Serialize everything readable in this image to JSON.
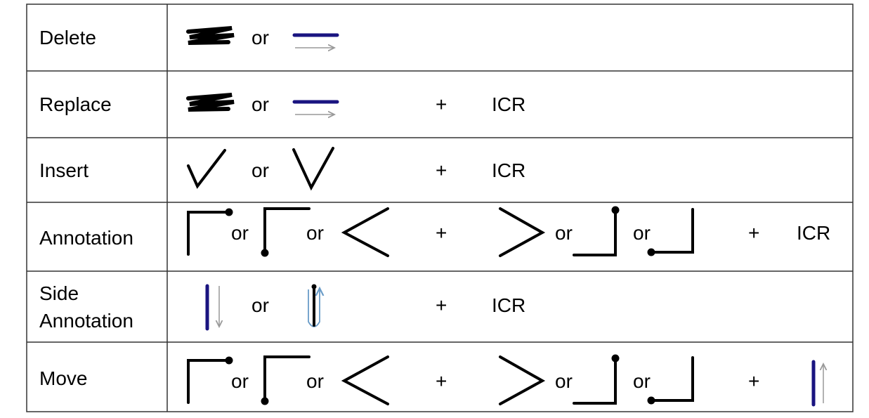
{
  "rows": [
    {
      "label": "Delete",
      "or": "or"
    },
    {
      "label": "Replace",
      "or": "or",
      "plus": "+",
      "icr": "ICR"
    },
    {
      "label": "Insert",
      "or": "or",
      "plus": "+",
      "icr": "ICR"
    },
    {
      "label": "Annotation",
      "or": "or",
      "plus": "+",
      "icr": "ICR"
    },
    {
      "label_line1": "Side",
      "label_line2": "Annotation",
      "or": "or",
      "plus": "+",
      "icr": "ICR"
    },
    {
      "label": "Move",
      "or": "or",
      "plus": "+"
    }
  ],
  "colors": {
    "stroke_blue": "#1a1480",
    "arrow_gray": "#999999",
    "loop_blue": "#6a9cc8",
    "ink": "#000000"
  }
}
